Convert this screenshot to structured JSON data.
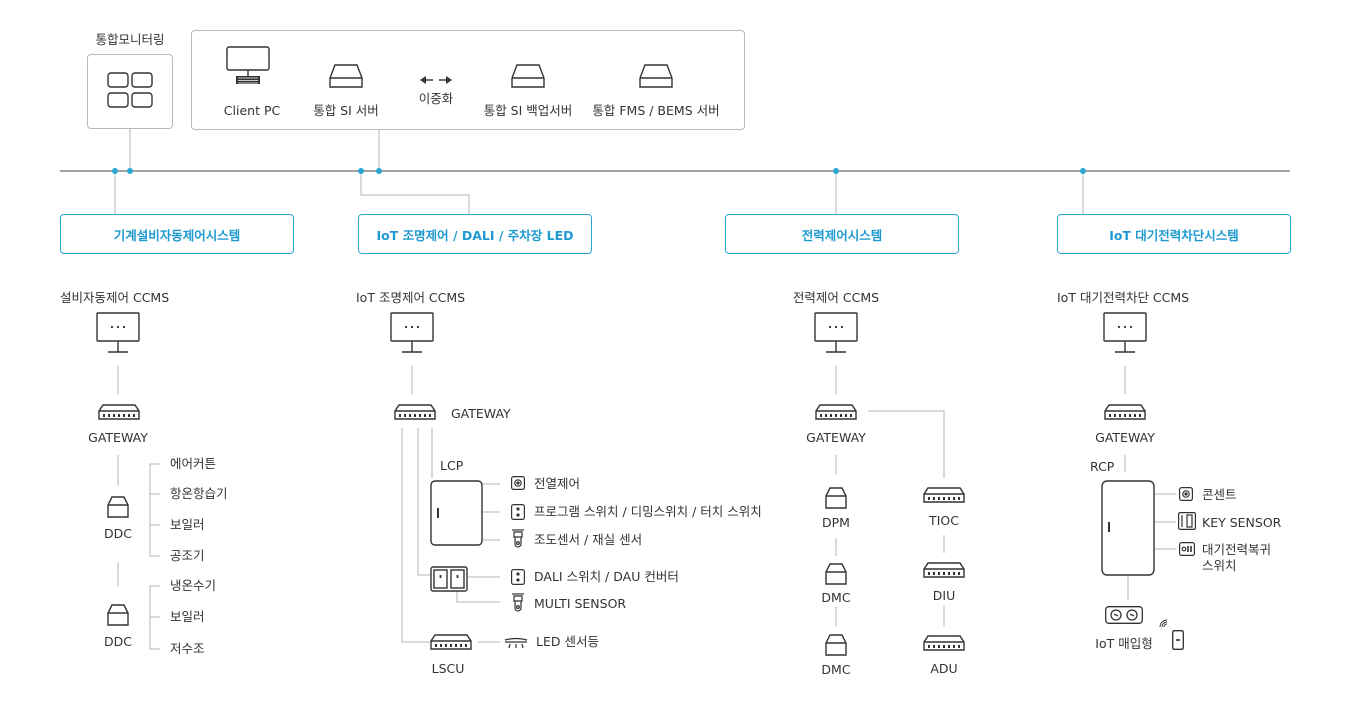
{
  "top": {
    "monitoring_label": "통합모니터링",
    "servers": {
      "client_pc": "Client PC",
      "si_server": "통합 SI 서버",
      "redundancy": "이중화",
      "si_backup": "통합 SI 백업서버",
      "fms_bems": "통합 FMS / BEMS 서버"
    }
  },
  "systems": {
    "mech": "기계설비자동제어시스템",
    "iot_light": "IoT 조명제어 / DALI / 주차장 LED",
    "power": "전력제어시스템",
    "standby": "IoT 대기전력차단시스템"
  },
  "col1": {
    "ccms": "설비자동제어 CCMS",
    "gateway": "GATEWAY",
    "ddc1": "DDC",
    "ddc2": "DDC",
    "ddc1_items": [
      "에어커튼",
      "항온항습기",
      "보일러",
      "공조기"
    ],
    "ddc2_items": [
      "냉온수기",
      "보일러",
      "저수조"
    ]
  },
  "col2": {
    "ccms": "IoT 조명제어 CCMS",
    "gateway": "GATEWAY",
    "lcp": "LCP",
    "lcp_items": [
      "전열제어",
      "프로그램 스위치 / 디밍스위치 / 터치 스위치",
      "조도센서 / 재실 센서"
    ],
    "dali_items": [
      "DALI 스위치 / DAU 컨버터",
      "MULTI SENSOR"
    ],
    "lscu": "LSCU",
    "led": "LED 센서등"
  },
  "col3": {
    "ccms": "전력제어 CCMS",
    "gateway": "GATEWAY",
    "dpm": "DPM",
    "dmc1": "DMC",
    "dmc2": "DMC",
    "tioc": "TIOC",
    "diu": "DIU",
    "adu": "ADU"
  },
  "col4": {
    "ccms": "IoT 대기전력차단 CCMS",
    "gateway": "GATEWAY",
    "rcp": "RCP",
    "rcp_items": [
      "콘센트",
      "KEY SENSOR",
      "대기전력복귀",
      "스위치"
    ],
    "iot_outlet": "IoT 매입형"
  },
  "colors": {
    "accent": "#2aa6d4",
    "line": "#b0b0b0",
    "icon": "#333333"
  }
}
